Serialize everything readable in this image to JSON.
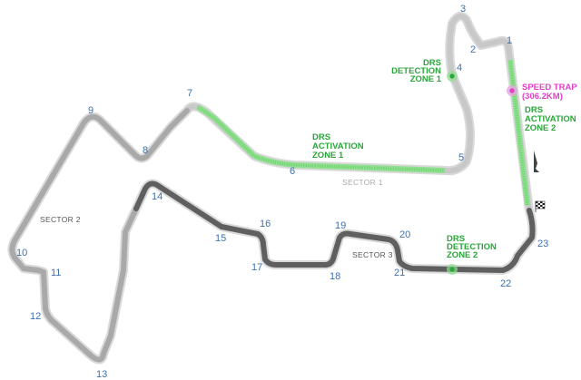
{
  "turns": [
    "1",
    "2",
    "3",
    "4",
    "5",
    "6",
    "7",
    "8",
    "9",
    "10",
    "11",
    "12",
    "13",
    "14",
    "15",
    "16",
    "17",
    "18",
    "19",
    "20",
    "21",
    "22",
    "23"
  ],
  "sectors": {
    "sector1": "SECTOR 1",
    "sector2": "SECTOR 2",
    "sector3": "SECTOR 3"
  },
  "drs": {
    "detection_zone_1": [
      "DRS",
      "DETECTION",
      "ZONE 1"
    ],
    "activation_zone_1": [
      "DRS",
      "ACTIVATION",
      "ZONE 1"
    ],
    "activation_zone_2": [
      "DRS",
      "ACTIVATION",
      "ZONE 2"
    ],
    "detection_zone_2": [
      "DRS",
      "DETECTION",
      "ZONE 2"
    ]
  },
  "speed_trap": {
    "label": "SPEED TRAP",
    "speed": "(306.2KM)"
  },
  "colors": {
    "drs": "#2aa63a",
    "drs_zone": "#8fe08f",
    "speed_trap": "#e040c8",
    "turn_number": "#3d6fb0",
    "sector1_track": "#c8c8c8",
    "sector2_track": "#a9a9a9",
    "sector3_track": "#5f5f5f"
  }
}
